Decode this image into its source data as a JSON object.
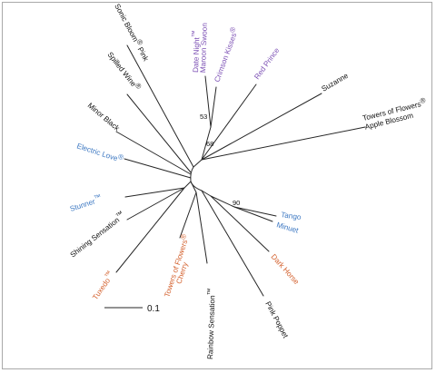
{
  "colors": {
    "black": "#111111",
    "purple": "#7b4fb4",
    "blue": "#3d78c2",
    "orange": "#d35f2b",
    "branch": "#262626"
  },
  "leaves": [
    {
      "id": "sonic",
      "text": "Sonic Bloom",
      "sup": "®",
      "text2": " Pink",
      "color": "black"
    },
    {
      "id": "datenight",
      "text": "Date Night",
      "sup": "™",
      "text2": "",
      "color": "purple",
      "line2": "Maroon Swoon"
    },
    {
      "id": "crimson",
      "text": "Crimson Kisses",
      "sup": "®",
      "text2": "",
      "color": "purple"
    },
    {
      "id": "redprince",
      "text": "Red Prince",
      "sup": "",
      "text2": "",
      "color": "purple"
    },
    {
      "id": "suzanne",
      "text": "Suzanne",
      "sup": "",
      "text2": "",
      "color": "black"
    },
    {
      "id": "towers_ab",
      "text": "Towers of Flowers",
      "sup": "®",
      "text2": "",
      "color": "black",
      "line2": "Apple Blossom"
    },
    {
      "id": "spilled",
      "text": "Spilled Wine",
      "sup": "®",
      "text2": "",
      "color": "black"
    },
    {
      "id": "minor",
      "text": "Minor Black",
      "sup": "",
      "text2": "",
      "color": "black"
    },
    {
      "id": "electric",
      "text": "Electric Love",
      "sup": "®",
      "text2": "",
      "color": "blue"
    },
    {
      "id": "stunner",
      "text": "Stunner",
      "sup": "™",
      "text2": "",
      "color": "blue"
    },
    {
      "id": "shining",
      "text": "Shining Sensation",
      "sup": "™",
      "text2": "",
      "color": "black"
    },
    {
      "id": "tuxedo",
      "text": "Tuxedo",
      "sup": "™",
      "text2": "",
      "color": "orange"
    },
    {
      "id": "towers_ch",
      "text": "Towers of Flowers",
      "sup": "®",
      "text2": "",
      "color": "orange",
      "line2": "Cherry"
    },
    {
      "id": "rainbow",
      "text": "Rainbow Sensation",
      "sup": "™",
      "text2": "",
      "color": "black"
    },
    {
      "id": "pinkpoppet",
      "text": "Pink Poppet",
      "sup": "",
      "text2": "",
      "color": "black"
    },
    {
      "id": "darkhorse",
      "text": "Dark Horse",
      "sup": "",
      "text2": "",
      "color": "orange"
    },
    {
      "id": "tango",
      "text": "Tango",
      "sup": "",
      "text2": "",
      "color": "blue"
    },
    {
      "id": "minuet",
      "text": "Minuet",
      "sup": "",
      "text2": "",
      "color": "blue"
    }
  ],
  "bootstrap": {
    "b53": "53",
    "b68": "68",
    "b90": "90"
  },
  "scale": {
    "label": "0.1"
  }
}
